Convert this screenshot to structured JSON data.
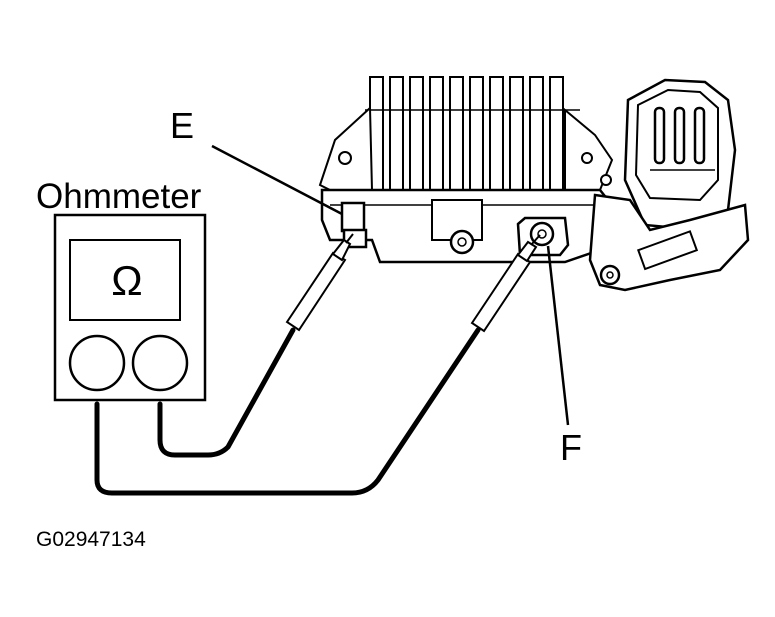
{
  "labels": {
    "meter": "Ohmmeter",
    "omega": "Ω",
    "terminal_e": "E",
    "terminal_f": "F",
    "figure_code": "G02947134"
  },
  "colors": {
    "ink": "#000000",
    "paper": "#ffffff"
  }
}
